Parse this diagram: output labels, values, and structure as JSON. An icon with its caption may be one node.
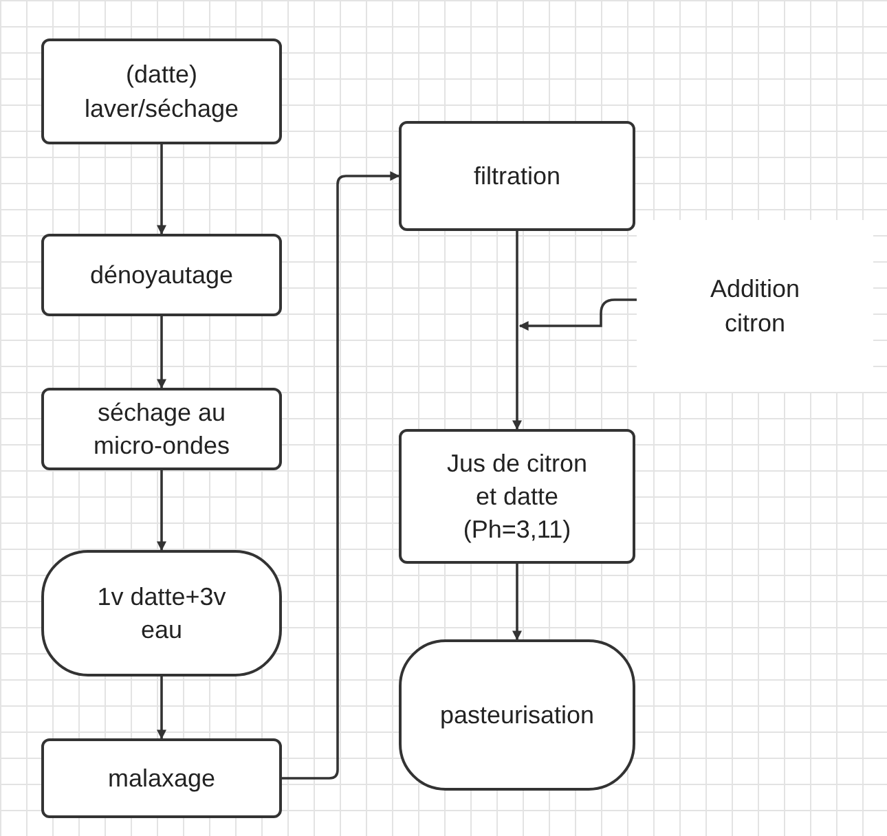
{
  "diagram": {
    "nodes": [
      {
        "text": [
          "(datte) laver/séchage"
        ]
      },
      {
        "text": [
          "dénoyautage"
        ]
      },
      {
        "text": [
          "séchage au micro-ondes"
        ]
      },
      {
        "text": [
          "1v datte+3v eau"
        ]
      },
      {
        "text": [
          "malaxage"
        ]
      },
      {
        "text": [
          "filtration"
        ]
      },
      {
        "text": [
          "Addition citron"
        ]
      },
      {
        "text": [
          "Jus de citron et datte (Ph=3,11)"
        ]
      },
      {
        "text": [
          "pasteurisation"
        ]
      }
    ],
    "edges": [
      {
        "from": 0,
        "to": 1,
        "arrow": "to"
      },
      {
        "from": 1,
        "to": 2,
        "arrow": "to"
      },
      {
        "from": 2,
        "to": 3,
        "arrow": "to"
      },
      {
        "from": 3,
        "to": 4,
        "arrow": "to"
      },
      {
        "from": 4,
        "to": 5,
        "arrow": "to"
      },
      {
        "from": 5,
        "to": 7,
        "arrow": "to"
      },
      {
        "from": 6,
        "to": null,
        "arrow": "to"
      },
      {
        "from": 7,
        "to": 8,
        "arrow": "to"
      }
    ]
  }
}
